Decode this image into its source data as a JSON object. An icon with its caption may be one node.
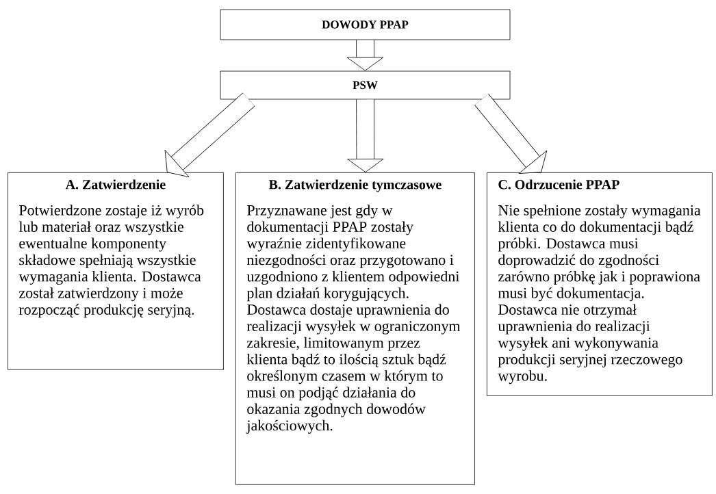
{
  "diagram": {
    "nodes": [
      {
        "text": [
          "DOWODY PPAP"
        ]
      },
      {
        "text": [
          "PSW"
        ]
      },
      {
        "text": [
          "A. Zatwierdzenie",
          "Potwierdzone zostaje iż wyrób lub materiał oraz wszystkie ewentualne komponenty składowe spełniają wszystkie wymagania klienta. Dostawca został zatwierdzony i może rozpocząć produkcję seryjną."
        ]
      },
      {
        "text": [
          "B. Zatwierdzenie tymczasowe",
          "Przyznawane jest gdy w dokumentacji PPAP zostały wyraźnie zidentyfikowane niezgodności oraz przygotowano i uzgodniono z klientem odpowiedni plan działań korygujących. Dostawca dostaje uprawnienia do realizacji wysyłek w ograniczonym zakresie, limitowanym przez klienta bądź to ilością sztuk bądź określonym czasem w którym to musi on podjąć działania do okazania zgodnych dowodów jakościowych."
        ]
      },
      {
        "text": [
          "C. Odrzucenie PPAP",
          "Nie spełnione zostały wymagania klienta co do dokumentacji bądź próbki. Dostawca musi doprowadzić do zgodności zarówno próbkę jak i poprawiona musi być dokumentacja. Dostawca nie otrzymał uprawnienia do realizacji wysyłek ani wykonywania produkcji seryjnej rzeczowego wyrobu."
        ]
      }
    ],
    "edges": [
      {
        "from": 0,
        "to": 1,
        "arrow": "to"
      },
      {
        "from": 1,
        "to": 2,
        "arrow": "to"
      },
      {
        "from": 1,
        "to": 3,
        "arrow": "to"
      },
      {
        "from": 1,
        "to": 4,
        "arrow": "to"
      }
    ]
  }
}
